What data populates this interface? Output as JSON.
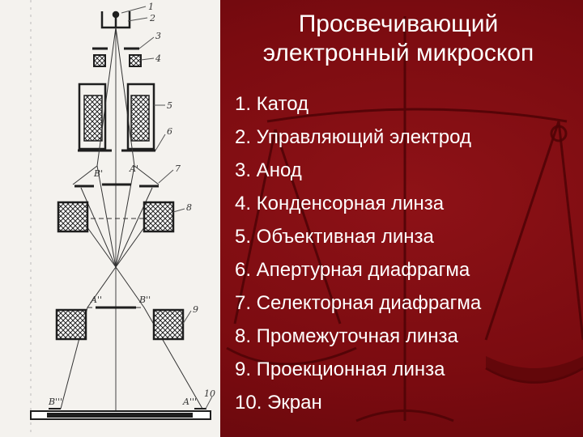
{
  "title": {
    "line1": "Просвечивающий",
    "line2": "электронный микроскоп"
  },
  "parts": [
    "1. Катод",
    "2. Управляющий электрод",
    "3. Анод",
    "4. Конденсорная линза",
    "5. Объективная линза",
    "6. Апертурная диафрагма",
    "7. Селекторная диафрагма",
    "8. Промежуточная линза",
    "9. Проекционная линза",
    "10. Экран"
  ],
  "diagram": {
    "callouts": [
      "1",
      "2",
      "3",
      "4",
      "5",
      "6",
      "7",
      "8",
      "9",
      "10"
    ],
    "ray_labels": [
      "B'",
      "A'",
      "A''",
      "B''",
      "B'''",
      "A'''"
    ]
  },
  "colors": {
    "background": "#7a0a0e",
    "text": "#ffffff",
    "panel": "#f4f2ee",
    "ink": "#1e1e1e"
  }
}
